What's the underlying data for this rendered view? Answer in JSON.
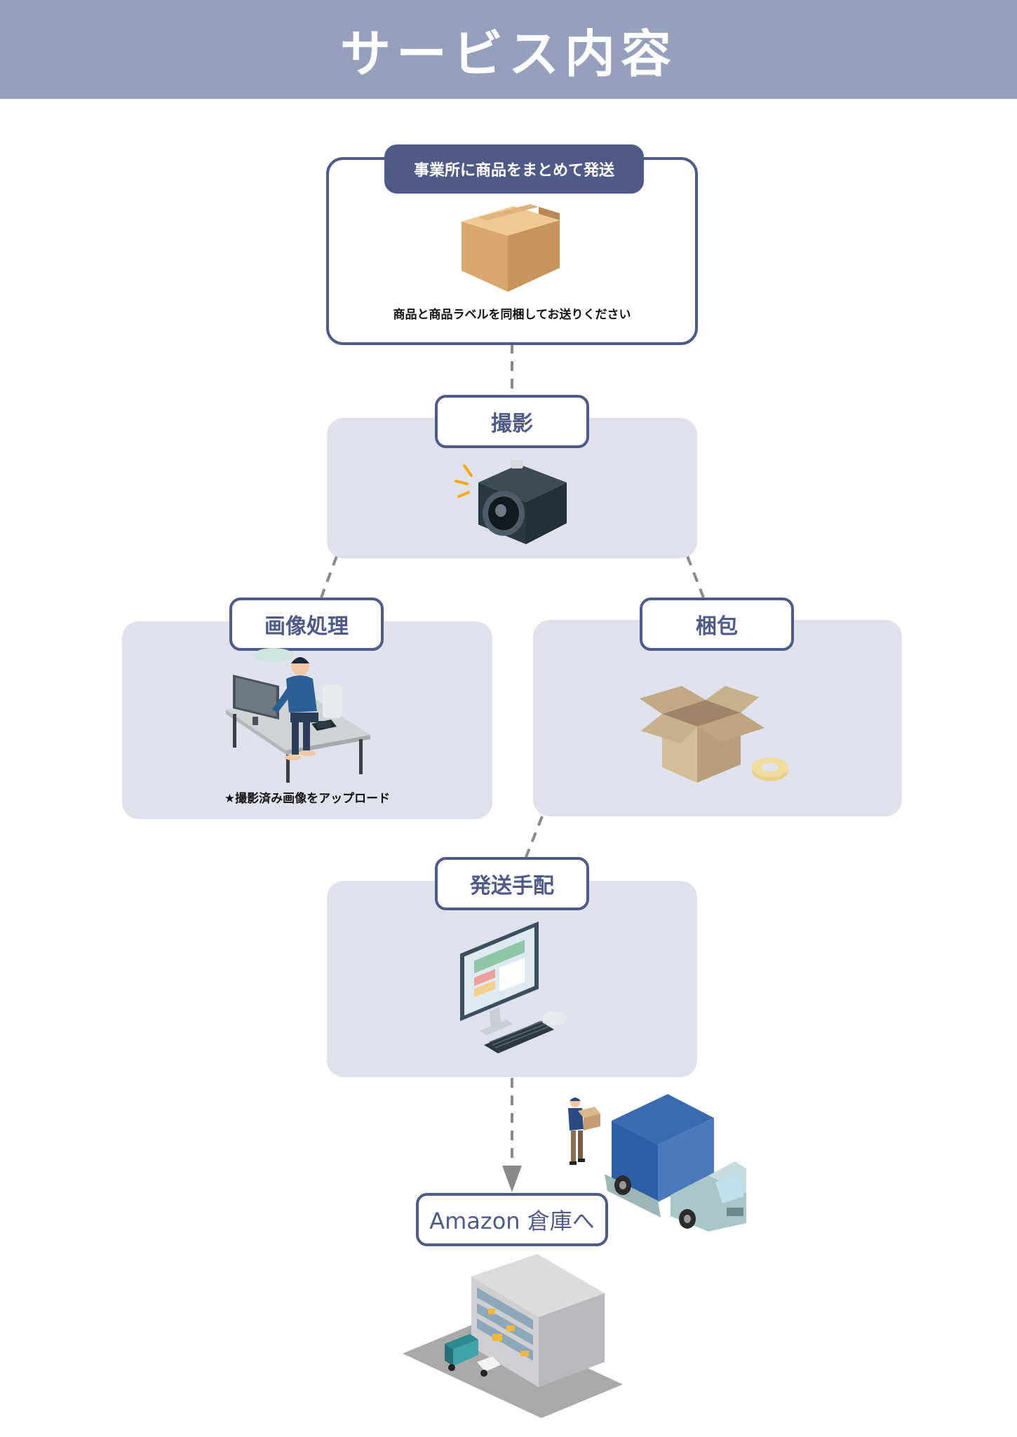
{
  "header": {
    "title": "サービス内容"
  },
  "steps": {
    "send": {
      "label": "事業所に商品をまとめて発送",
      "caption": "商品と商品ラベルを同梱してお送りください"
    },
    "photo": {
      "label": "撮影"
    },
    "image": {
      "label": "画像処理",
      "caption": "★撮影済み画像をアップロード"
    },
    "pack": {
      "label": "梱包"
    },
    "ship": {
      "label": "発送手配"
    },
    "amazon": {
      "label": "Amazon 倉庫へ"
    }
  },
  "colors": {
    "banner": "#96a0bd",
    "accent": "#4f5b86",
    "card": "#dfe2ec",
    "connector": "#8a8a8a"
  },
  "icons": [
    "cardboard-box-icon",
    "camera-icon",
    "person-at-desk-icon",
    "open-box-icon",
    "tape-roll-icon",
    "computer-icon",
    "delivery-worker-icon",
    "truck-icon",
    "warehouse-icon"
  ]
}
